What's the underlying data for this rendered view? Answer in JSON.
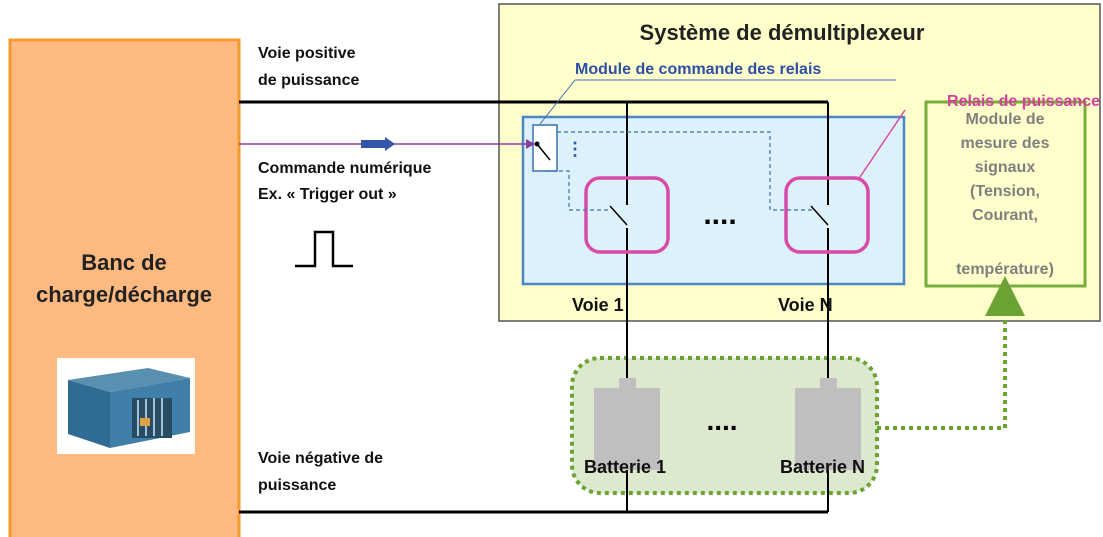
{
  "colors": {
    "bench_fill": "#fdb97f",
    "bench_border": "#f39a2e",
    "system_fill": "#ffffcc",
    "relay_zone_fill": "#ddf1fb",
    "relay_zone_border": "#4a86c8",
    "relay_color": "#d94aa8",
    "measure_border": "#7aab3c",
    "measure_text": "#7f7f7f",
    "battery_zone_fill": "#dce9cf",
    "battery_border": "#6aa233",
    "battery_fill": "#bfbfbf",
    "command_title": "#2e4fa8",
    "relay_title": "#d13f9b",
    "signal_line": "#8a3fa0",
    "arrow": "#3355aa"
  },
  "bench": {
    "label_line1": "Banc de",
    "label_line2": "charge/décharge",
    "photo_icon": "battery-tester-photo"
  },
  "system": {
    "title": "Système de démultiplexeur"
  },
  "labels": {
    "positive_line1": "Voie positive",
    "positive_line2": "de puissance",
    "negative_line1": "Voie négative de",
    "negative_line2": "puissance",
    "command_line1": "Commande numérique",
    "command_line2": "Ex. « Trigger out »",
    "command_module": "Module de commande des relais",
    "power_relays": "Relais de puissance",
    "channel_1": "Voie 1",
    "channel_n": "Voie N",
    "relay_ellipsis": "....",
    "battery_ellipsis": "....",
    "command_dots": "⋮"
  },
  "measure": {
    "line1": "Module de",
    "line2": "mesure des",
    "line3": "signaux",
    "line4": "(Tension,",
    "line5": "Courant,",
    "line6": "température)"
  },
  "batteries": {
    "battery_1": "Batterie 1",
    "battery_n": "Batterie N"
  }
}
